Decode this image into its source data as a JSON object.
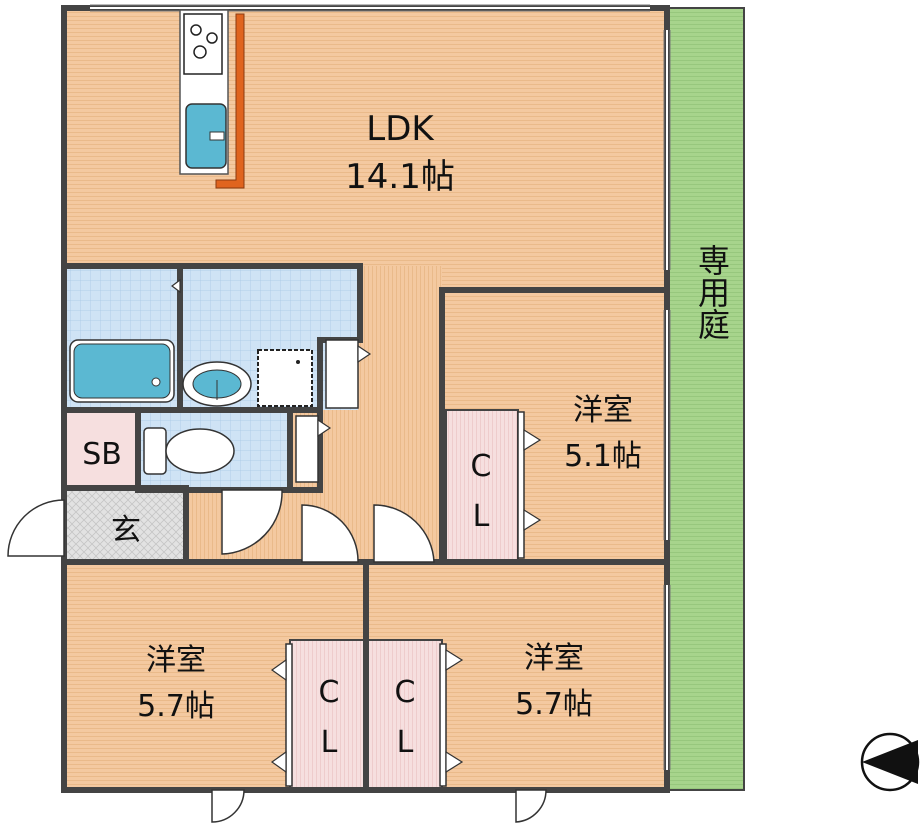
{
  "rooms": {
    "ldk": {
      "name": "LDK",
      "size": "14.1帖"
    },
    "bedroom_east": {
      "name": "洋室",
      "size": "5.1帖"
    },
    "bedroom_sw": {
      "name": "洋室",
      "size": "5.7帖"
    },
    "bedroom_se": {
      "name": "洋室",
      "size": "5.7帖"
    },
    "closet_label_top": "C",
    "closet_label_bottom": "L",
    "shoe_box": "SB",
    "entrance": "玄",
    "garden": "専用庭"
  },
  "colors": {
    "floor": "#f4c9a0",
    "floor_stripe": "#e9b787",
    "wall": "#4a4a4a",
    "tile": "#cfe3f5",
    "tile_line": "#9cc0e0",
    "fixture": "#5bb8d2",
    "closet": "#f5dede",
    "garden": "#a7d48c",
    "counter": "#e0641e",
    "entrance": "#dcdcdc"
  },
  "icons": [
    "stove-icon",
    "sink-icon",
    "bathtub-icon",
    "washbasin-icon",
    "washing-machine-icon",
    "toilet-icon",
    "compass-icon"
  ]
}
